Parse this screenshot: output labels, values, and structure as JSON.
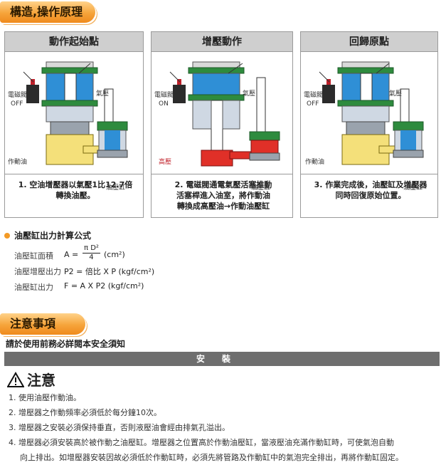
{
  "section1_title": "構造,操作原理",
  "panels": [
    {
      "title": "動作起始點",
      "labels": {
        "valve": "電磁閥",
        "valve_state": "OFF",
        "air": "氣壓",
        "oil": "作動油",
        "cylinder": "油壓缸"
      },
      "caption": "1. 空油增壓器以氣壓1比12.7倍\n轉換油壓。"
    },
    {
      "title": "增壓動作",
      "labels": {
        "valve": "電磁閥",
        "valve_state": "ON",
        "air": "氣壓",
        "oil": "高壓",
        "cylinder": "油壓缸"
      },
      "caption": "2. 電磁閥通電氣壓活塞推動\n活塞桿進入油室，將作動油\n轉換成高壓油→作動油壓缸"
    },
    {
      "title": "回歸原點",
      "labels": {
        "valve": "電磁閥",
        "valve_state": "OFF",
        "air": "氣壓",
        "oil": "作動油",
        "cylinder": "油壓缸"
      },
      "caption": "3. 作業完成後，油壓缸及增壓器\n同時回復原始位置。"
    }
  ],
  "formula": {
    "title": "油壓缸出力計算公式",
    "rows": [
      {
        "label": "油壓缸面積",
        "lhs": "A =",
        "num": "π D²",
        "den": "4",
        "unit": "(cm²)"
      },
      {
        "label": "油壓增壓出力",
        "expr": "P2 = 倍比 X P (kgf/cm²)"
      },
      {
        "label": "油壓缸出力",
        "expr": "F = A X P2 (kgf/cm²)"
      }
    ]
  },
  "section2_title": "注意事項",
  "read_notice": "請於使用前務必詳閱本安全須知",
  "install_bar": "安裝",
  "warning_title": "注意",
  "notes": [
    "1. 使用油壓作動油。",
    "2. 增壓器之作動頻率必須低於每分鐘10次。",
    "3. 增壓器之安裝必須保持垂直，否則液壓油會經由排氣孔溢出。",
    "4. 增壓器必須安裝高於被作動之油壓缸。增壓器之位置高於作動油壓缸，當液壓油充滿作動缸時，可使氣泡自動",
    "向上排出。如增壓器安裝因故必須低於作動缸時，必須先將管路及作動缸中的氣泡完全排出，再將作動缸固定。"
  ],
  "colors": {
    "accent": "#f39a26",
    "air": "#2f8fd6",
    "oil": "#f4e07a",
    "high_pressure": "#e03028"
  }
}
